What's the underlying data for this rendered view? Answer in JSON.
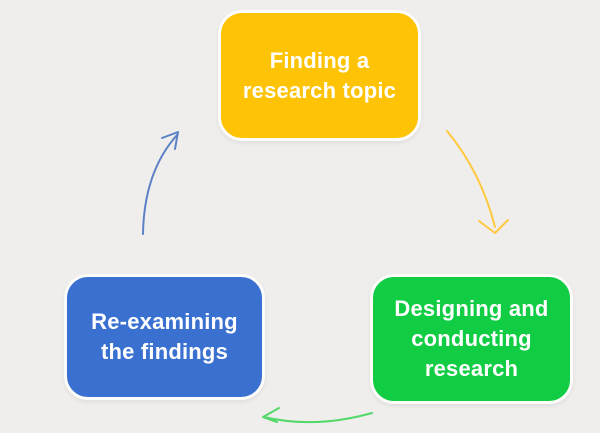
{
  "background_color": "#EFEEEC",
  "diagram": {
    "nodes": [
      {
        "id": "finding-research-topic",
        "lines": [
          "Finding a",
          "research topic"
        ],
        "fill": "#FFC306",
        "text_color": "#FFFFFF"
      },
      {
        "id": "designing-conducting-research",
        "lines": [
          "Designing and",
          "conducting",
          "research"
        ],
        "fill": "#11CD44",
        "text_color": "#FFFFFF"
      },
      {
        "id": "re-examining-the-findings",
        "lines": [
          "Re-examining",
          "the findings"
        ],
        "fill": "#3A71D1",
        "text_color": "#FFFFFF"
      }
    ],
    "arrows": [
      {
        "from": "finding-research-topic",
        "to": "designing-conducting-research",
        "color": "#FFC93E"
      },
      {
        "from": "designing-conducting-research",
        "to": "re-examining-the-findings",
        "color": "#53D86A"
      },
      {
        "from": "re-examining-the-findings",
        "to": "finding-research-topic",
        "color": "#5C80C6"
      }
    ]
  }
}
